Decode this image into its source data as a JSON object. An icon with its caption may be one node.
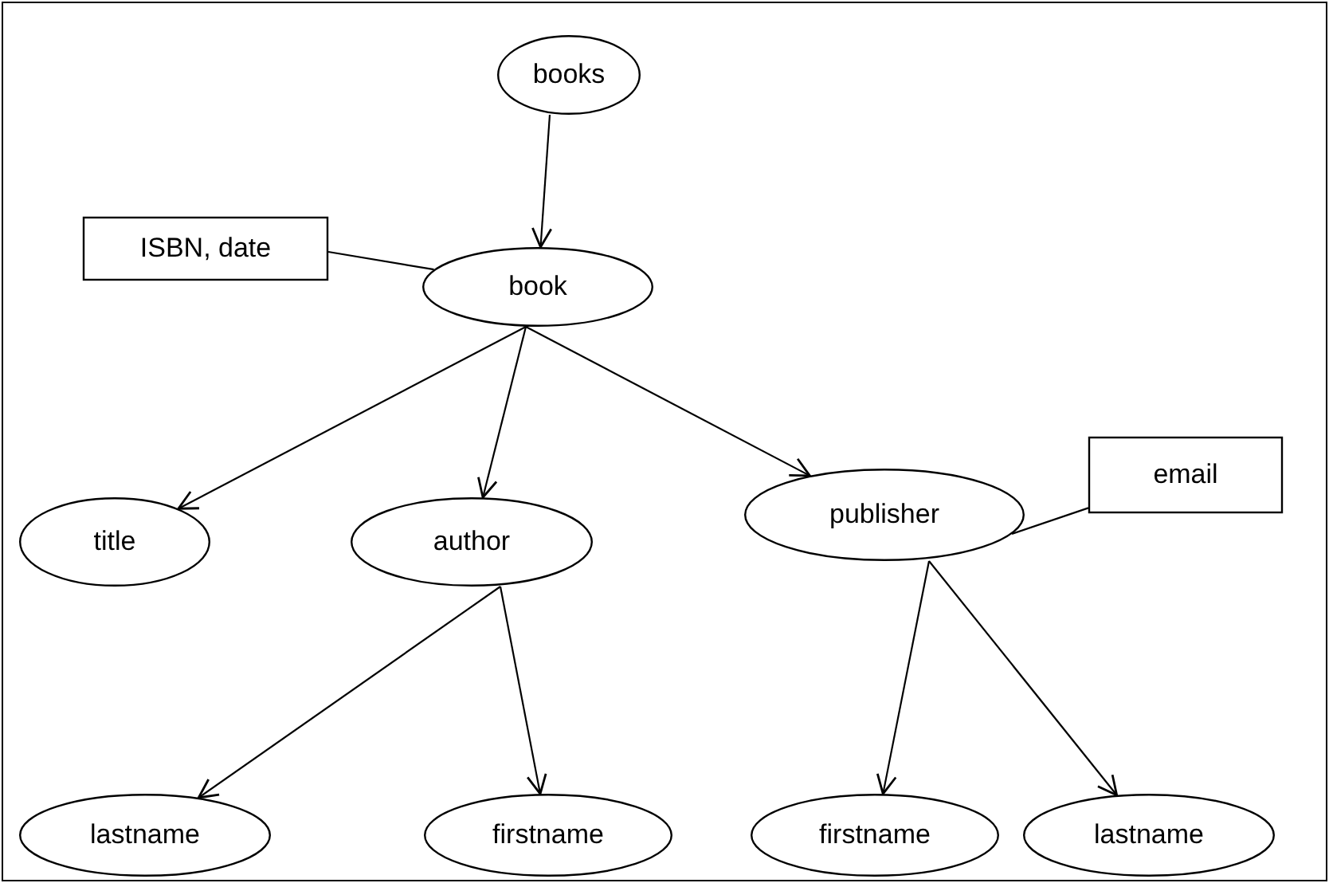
{
  "diagram": {
    "nodes": [
      {
        "text": [
          "books"
        ]
      },
      {
        "text": [
          "ISBN, date"
        ]
      },
      {
        "text": [
          "book"
        ]
      },
      {
        "text": [
          "email"
        ]
      },
      {
        "text": [
          "title"
        ]
      },
      {
        "text": [
          "author"
        ]
      },
      {
        "text": [
          "publisher"
        ]
      },
      {
        "text": [
          "lastname"
        ]
      },
      {
        "text": [
          "firstname"
        ]
      },
      {
        "text": [
          "firstname"
        ]
      },
      {
        "text": [
          "lastname"
        ]
      }
    ],
    "edges": [
      {
        "from": 0,
        "to": 2,
        "arrow": "to"
      },
      {
        "from": 1,
        "to": 2,
        "arrow": "none"
      },
      {
        "from": 2,
        "to": 4,
        "arrow": "to"
      },
      {
        "from": 2,
        "to": 5,
        "arrow": "to"
      },
      {
        "from": 2,
        "to": 6,
        "arrow": "to"
      },
      {
        "from": 6,
        "to": 3,
        "arrow": "none"
      },
      {
        "from": 5,
        "to": 7,
        "arrow": "to"
      },
      {
        "from": 5,
        "to": 8,
        "arrow": "to"
      },
      {
        "from": 6,
        "to": 9,
        "arrow": "to"
      },
      {
        "from": 6,
        "to": 10,
        "arrow": "to"
      }
    ]
  }
}
